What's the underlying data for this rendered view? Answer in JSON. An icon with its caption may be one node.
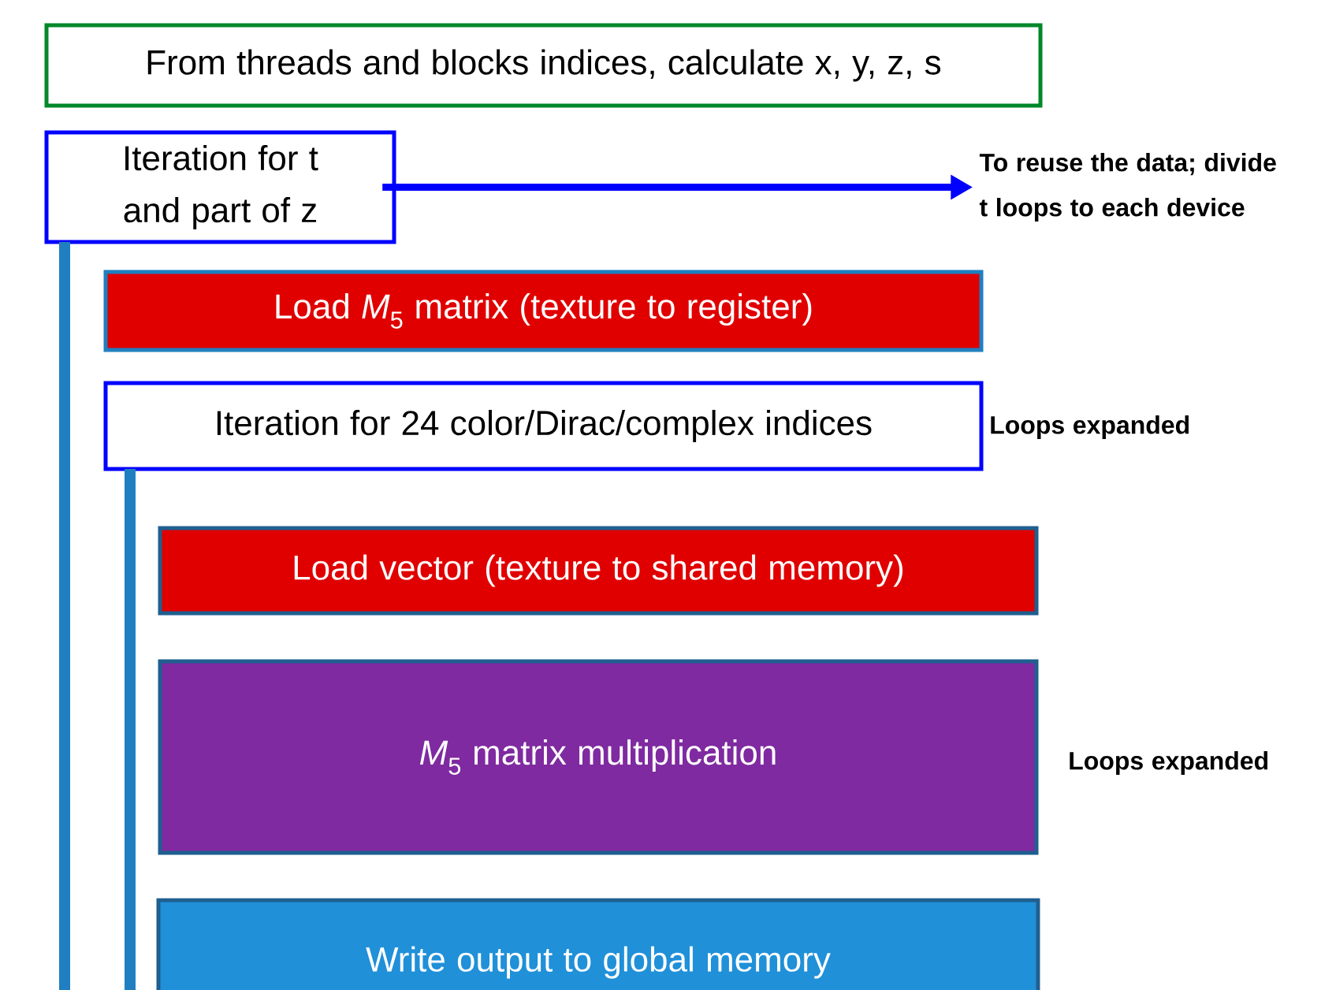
{
  "diagram": {
    "nodes": [
      {
        "text": [
          "From threads and blocks indices, calculate x, y, z, s"
        ]
      },
      {
        "text": [
          "Iteration for t and part of z"
        ]
      },
      {
        "text": [
          "To reuse the data; divide t loops to each device"
        ]
      },
      {
        "text": [
          "Load *M*$_{5}$ matrix (texture to register)"
        ]
      },
      {
        "text": [
          "Iteration for 24 color/Dirac/complex indices"
        ],
        "beside": [
          "Loops expanded"
        ]
      },
      {
        "text": [
          "Load vector (texture to shared memory)"
        ]
      },
      {
        "text": [
          "*M*$_{5}$ matrix multiplication"
        ],
        "beside": [
          "Loops expanded"
        ]
      },
      {
        "text": [
          "Write output to global memory"
        ]
      },
      {
        "text": [],
        "shape": "bar"
      },
      {
        "text": [],
        "shape": "bar"
      }
    ],
    "edges": [
      {
        "from": 1,
        "to": 2,
        "arrow": "to",
        "color": "#0000ff"
      }
    ]
  }
}
